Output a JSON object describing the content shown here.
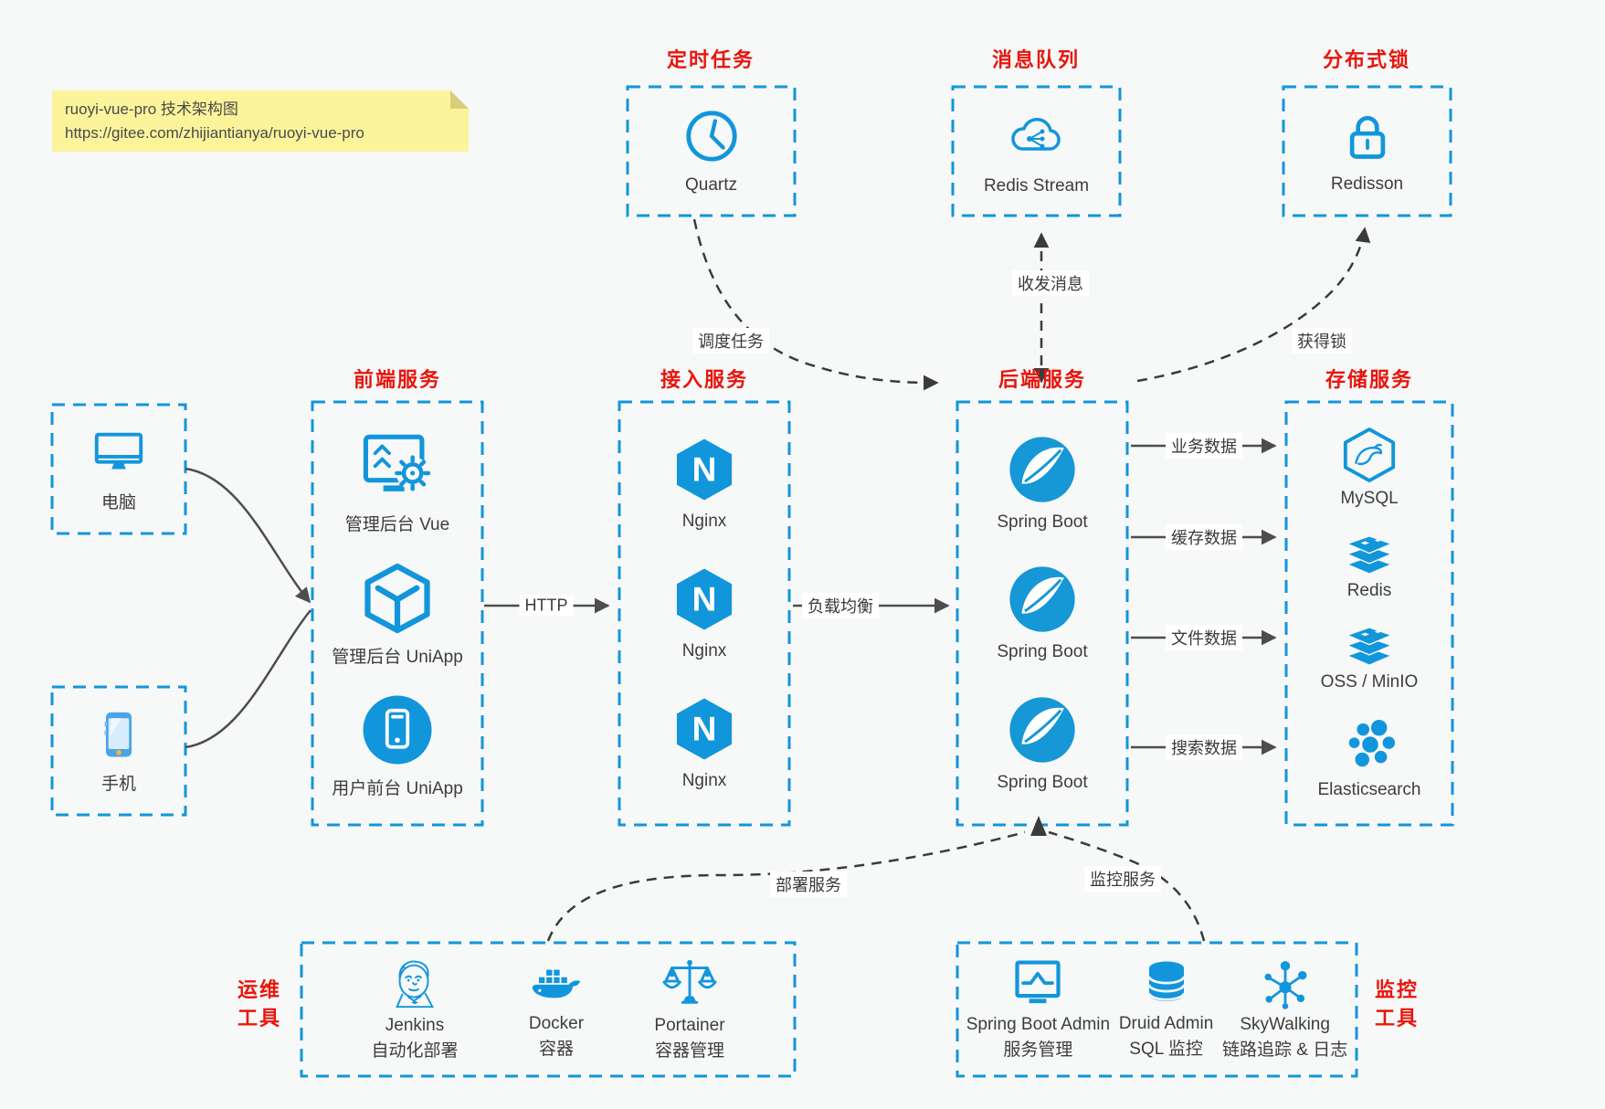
{
  "colors": {
    "accent_blue": "#1296db",
    "title_red": "#e8150c",
    "text": "#3d3d3d",
    "arrow": "#4d4d4d",
    "note_bg": "#fbf49b"
  },
  "sticky_note": {
    "line1": "ruoyi-vue-pro 技术架构图",
    "line2": "https://gitee.com/zhijiantianya/ruoyi-vue-pro"
  },
  "top_groups": [
    {
      "title": "定时任务",
      "item": {
        "label": "Quartz",
        "icon": "clock-icon"
      }
    },
    {
      "title": "消息队列",
      "item": {
        "label": "Redis Stream",
        "icon": "cloud-stream-icon"
      }
    },
    {
      "title": "分布式锁",
      "item": {
        "label": "Redisson",
        "icon": "lock-icon"
      }
    }
  ],
  "clients": [
    {
      "label": "电脑",
      "icon": "desktop-icon"
    },
    {
      "label": "手机",
      "icon": "phone-icon"
    }
  ],
  "columns": [
    {
      "title": "前端服务",
      "items": [
        {
          "label": "管理后台 Vue",
          "icon": "admin-vue-icon"
        },
        {
          "label": "管理后台 UniApp",
          "icon": "cube-icon"
        },
        {
          "label": "用户前台 UniApp",
          "icon": "mobile-app-icon"
        }
      ]
    },
    {
      "title": "接入服务",
      "items": [
        {
          "label": "Nginx",
          "icon": "nginx-icon"
        },
        {
          "label": "Nginx",
          "icon": "nginx-icon"
        },
        {
          "label": "Nginx",
          "icon": "nginx-icon"
        }
      ]
    },
    {
      "title": "后端服务",
      "items": [
        {
          "label": "Spring Boot",
          "icon": "spring-icon"
        },
        {
          "label": "Spring Boot",
          "icon": "spring-icon"
        },
        {
          "label": "Spring Boot",
          "icon": "spring-icon"
        }
      ]
    },
    {
      "title": "存储服务",
      "items": [
        {
          "label": "MySQL",
          "icon": "mysql-icon"
        },
        {
          "label": "Redis",
          "icon": "redis-stack-icon"
        },
        {
          "label": "OSS / MinIO",
          "icon": "redis-stack-icon"
        },
        {
          "label": "Elasticsearch",
          "icon": "elasticsearch-icon"
        }
      ]
    }
  ],
  "edge_labels": {
    "http": "HTTP",
    "load_balance": "负载均衡",
    "schedule": "调度任务",
    "message": "收发消息",
    "lock": "获得锁",
    "business": "业务数据",
    "cache": "缓存数据",
    "file": "文件数据",
    "search": "搜索数据",
    "deploy": "部署服务",
    "monitor": "监控服务"
  },
  "bottom_groups": [
    {
      "title_line1": "运维",
      "title_line2": "工具",
      "items": [
        {
          "name": "Jenkins",
          "desc": "自动化部署",
          "icon": "jenkins-icon"
        },
        {
          "name": "Docker",
          "desc": "容器",
          "icon": "docker-icon"
        },
        {
          "name": "Portainer",
          "desc": "容器管理",
          "icon": "portainer-icon"
        }
      ]
    },
    {
      "title_line1": "监控",
      "title_line2": "工具",
      "items": [
        {
          "name": "Spring Boot Admin",
          "desc": "服务管理",
          "icon": "spring-boot-admin-icon"
        },
        {
          "name": "Druid Admin",
          "desc": "SQL 监控",
          "icon": "druid-icon"
        },
        {
          "name": "SkyWalking",
          "desc": "链路追踪 & 日志",
          "icon": "skywalking-icon"
        }
      ]
    }
  ]
}
